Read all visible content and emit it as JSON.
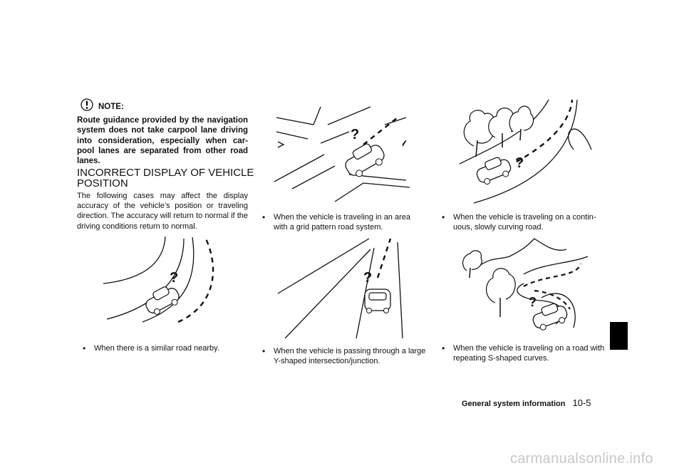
{
  "note": {
    "title": "NOTE:",
    "icon": "exclamation-icon",
    "text": "Route guidance provided by the navigation system does not take carpool lane driving into consideration, especially when car-pool lanes are separated from other road lanes."
  },
  "section": {
    "title": "INCORRECT DISPLAY OF VEHICLE POSITION",
    "intro": "The following cases may affect the display accuracy of the vehicle’s position or traveling direction. The accuracy will return to normal if the driving conditions return to normal."
  },
  "cases": [
    {
      "bullet": "•",
      "text": "When there is a similar road nearby."
    },
    {
      "bullet": "•",
      "text": "When the vehicle is traveling in an area with a grid pattern road system."
    },
    {
      "bullet": "•",
      "text": "When the vehicle is passing through a large Y-shaped intersection/junction."
    },
    {
      "bullet": "•",
      "text": "When the vehicle is traveling on a contin-uous, slowly curving road."
    },
    {
      "bullet": "•",
      "text": "When the vehicle is traveling on a road with repeating S-shaped curves."
    }
  ],
  "footer": {
    "section_name": "General system information",
    "page": "10-5"
  },
  "watermark": "carmanualsonline.info"
}
